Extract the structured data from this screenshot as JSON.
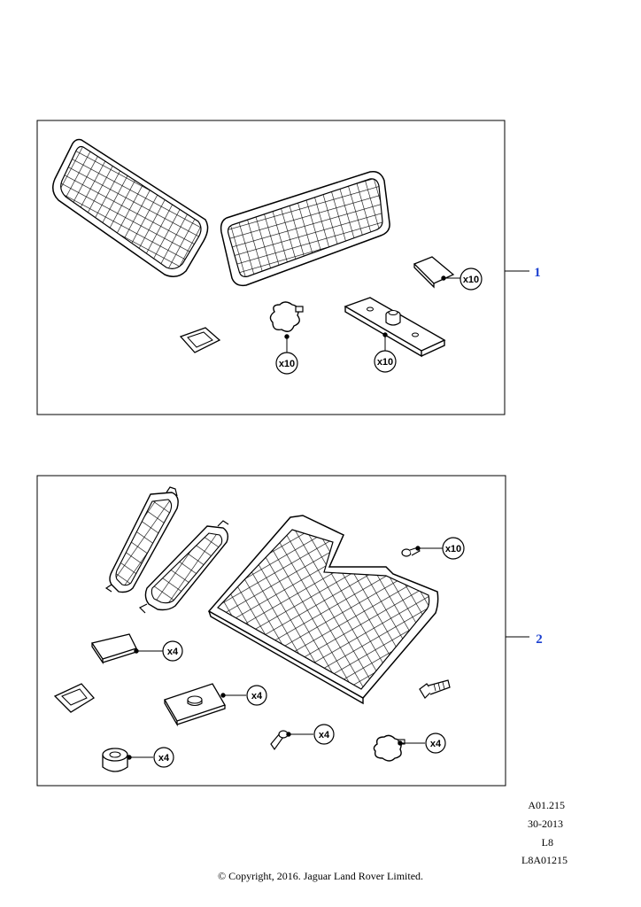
{
  "panels": [
    {
      "ref": "1",
      "callouts": [
        "x10",
        "x10",
        "x10"
      ]
    },
    {
      "ref": "2",
      "callouts": [
        "x10",
        "x4",
        "x4",
        "x4",
        "x4",
        "x4"
      ]
    }
  ],
  "footer": {
    "code": "A01.215",
    "date": "30-2013",
    "model": "L8",
    "illustration": "L8A01215"
  },
  "copyright": "© Copyright, 2016. Jaguar Land Rover Limited.",
  "colors": {
    "link": "#1a3fd0",
    "line": "#000000"
  }
}
